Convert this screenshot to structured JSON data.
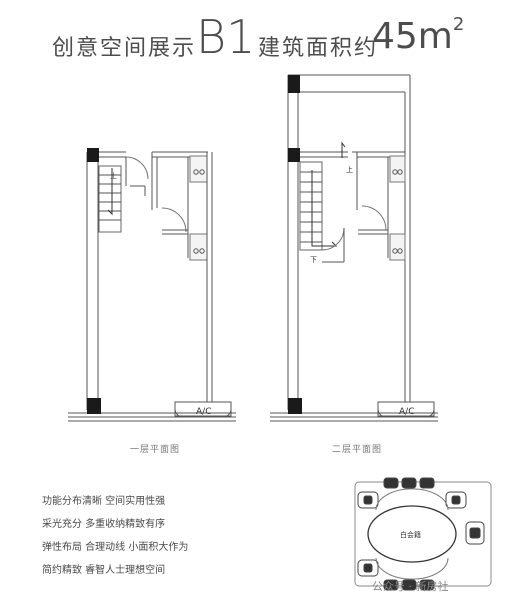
{
  "title": {
    "prefix": "创意空间展示",
    "code": "B1",
    "area_label": "建筑面积约",
    "area_value": "45m",
    "area_sup": "2"
  },
  "plans": {
    "floor1_label": "一层平面图",
    "floor2_label": "二层平面图",
    "ac_label": "A/C",
    "up_label": "上",
    "down_label": "下"
  },
  "features": [
    "功能分布清晰  空间实用性强",
    "采光充分  多重收纳精致有序",
    "弹性布局  合理动线  小面积大作为",
    "简约精致  睿智人士理想空间"
  ],
  "furniture": {
    "table_label": "白会籍"
  },
  "watermark": "公众号 · 新房社"
}
